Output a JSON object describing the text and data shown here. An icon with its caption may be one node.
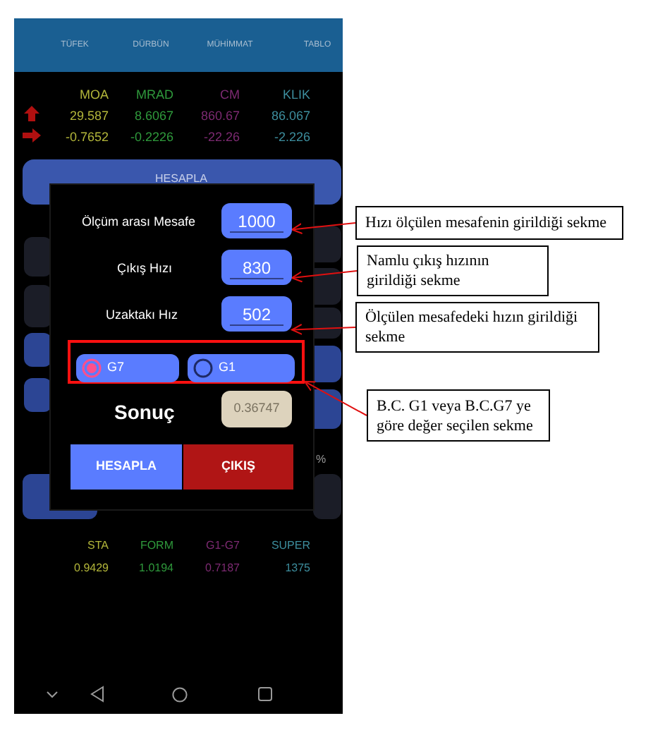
{
  "diagram": {
    "nodes": [
      {
        "text": [
          "1000"
        ]
      },
      {
        "text": [
          "830"
        ]
      },
      {
        "text": [
          "502"
        ]
      },
      {
        "text": [],
        "shape": "box"
      },
      {
        "text": [
          "G7"
        ],
        "in": 3
      },
      {
        "text": [
          "G1"
        ],
        "in": 3
      },
      {
        "text": [
          "Hızı ölçülen mesafenin girildiği sekme"
        ]
      },
      {
        "text": [
          "Namlu çıkış hızının girildiği sekme"
        ]
      },
      {
        "text": [
          "Ölçülen mesafedeki hızın girildiği sekme"
        ]
      },
      {
        "text": [
          "B.C. G1 veya B.C.G7 ye göre değer seçilen sekme"
        ]
      }
    ],
    "edges": [
      {
        "from": 6,
        "to": 0,
        "arrow": "to",
        "color": "#e01010"
      },
      {
        "from": 7,
        "to": 1,
        "arrow": "to",
        "color": "#e01010"
      },
      {
        "from": 8,
        "to": 2,
        "arrow": "to",
        "color": "#e01010"
      },
      {
        "from": 9,
        "to": 3,
        "arrow": "to",
        "color": "#e01010"
      }
    ],
    "labels": [
      "TÜFEK",
      "DÜRBÜN",
      "MÜHİMMAT",
      "TABLO",
      "MOA",
      "MRAD",
      "CM",
      "KLIK",
      "29.587",
      "8.6067",
      "860.67",
      "86.067",
      "-0.7652",
      "-0.2226",
      "-22.26",
      "-2.226",
      "HESAPLA",
      "Ölçüm arası Mesafe",
      "Çıkış Hızı",
      "Uzaktakı Hız",
      "Sonuç",
      "0.36747",
      "HESAPLA",
      "ÇIKIŞ",
      "%",
      "STA",
      "FORM",
      "G1-G7",
      "SUPER",
      "0.9429",
      "1.0194",
      "0.7187",
      "1375"
    ]
  }
}
